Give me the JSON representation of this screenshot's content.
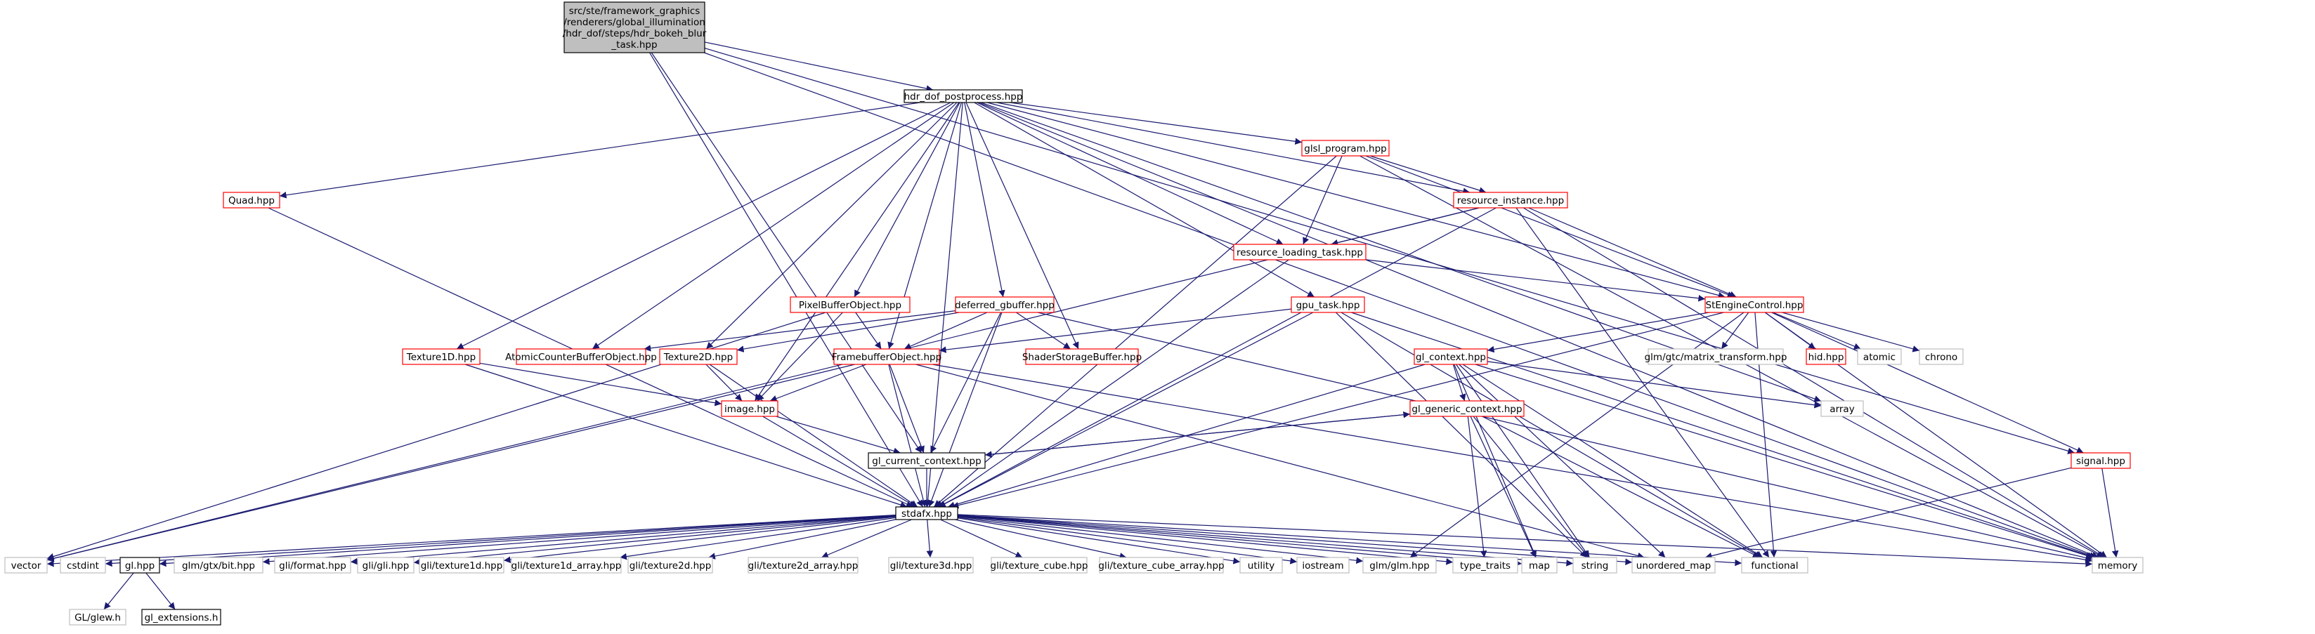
{
  "graph": {
    "root_label_lines": [
      "src/ste/framework_graphics",
      "/renderers/global_illumination",
      "/hdr_dof/steps/hdr_bokeh_blur",
      "_task.hpp"
    ],
    "colors": {
      "root_fill": "#bfbfbf",
      "edge": "#191970",
      "red_border": "#ff0000",
      "black_border": "#000000",
      "grey_border": "#bfbfbf",
      "text": "#000000"
    },
    "nodes": {
      "root": "src/ste/framework_graphics/renderers/global_illumination/hdr_dof/steps/hdr_bokeh_blur_task.hpp",
      "hdr_dof_postprocess": "hdr_dof_postprocess.hpp",
      "glsl_program": "glsl_program.hpp",
      "resource_instance": "resource_instance.hpp",
      "resource_loading_task": "resource_loading_task.hpp",
      "quad": "Quad.hpp",
      "pixel_buffer_object": "PixelBufferObject.hpp",
      "deferred_gbuffer": "deferred_gbuffer.hpp",
      "gpu_task": "gpu_task.hpp",
      "st_engine_control": "StEngineControl.hpp",
      "texture1d": "Texture1D.hpp",
      "atomic_counter_buffer_object": "AtomicCounterBufferObject.hpp",
      "texture2d": "Texture2D.hpp",
      "framebuffer_object": "FramebufferObject.hpp",
      "shader_storage_buffer": "ShaderStorageBuffer.hpp",
      "glm_gtc_matrix_transform": "glm/gtc/matrix_transform.hpp",
      "hid": "hid.hpp",
      "atomic": "atomic",
      "chrono": "chrono",
      "gl_context": "gl_context.hpp",
      "array": "array",
      "image": "image.hpp",
      "gl_generic_context": "gl_generic_context.hpp",
      "gl_current_context": "gl_current_context.hpp",
      "signal": "signal.hpp",
      "stdafx": "stdafx.hpp",
      "vector": "vector",
      "cstdint": "cstdint",
      "gl": "gl.hpp",
      "glm_gtx_bit": "glm/gtx/bit.hpp",
      "gli_format": "gli/format.hpp",
      "gli_gli": "gli/gli.hpp",
      "gli_texture1d": "gli/texture1d.hpp",
      "gli_texture1d_array": "gli/texture1d_array.hpp",
      "gli_texture2d": "gli/texture2d.hpp",
      "gli_texture2d_array": "gli/texture2d_array.hpp",
      "gli_texture3d": "gli/texture3d.hpp",
      "gli_texture_cube": "gli/texture_cube.hpp",
      "gli_texture_cube_array": "gli/texture_cube_array.hpp",
      "utility": "utility",
      "iostream": "iostream",
      "glm_glm": "glm/glm.hpp",
      "type_traits": "type_traits",
      "map": "map",
      "string": "string",
      "unordered_map": "unordered_map",
      "functional": "functional",
      "memory": "memory",
      "gl_glew": "GL/glew.h",
      "gl_extensions": "gl_extensions.h"
    }
  }
}
